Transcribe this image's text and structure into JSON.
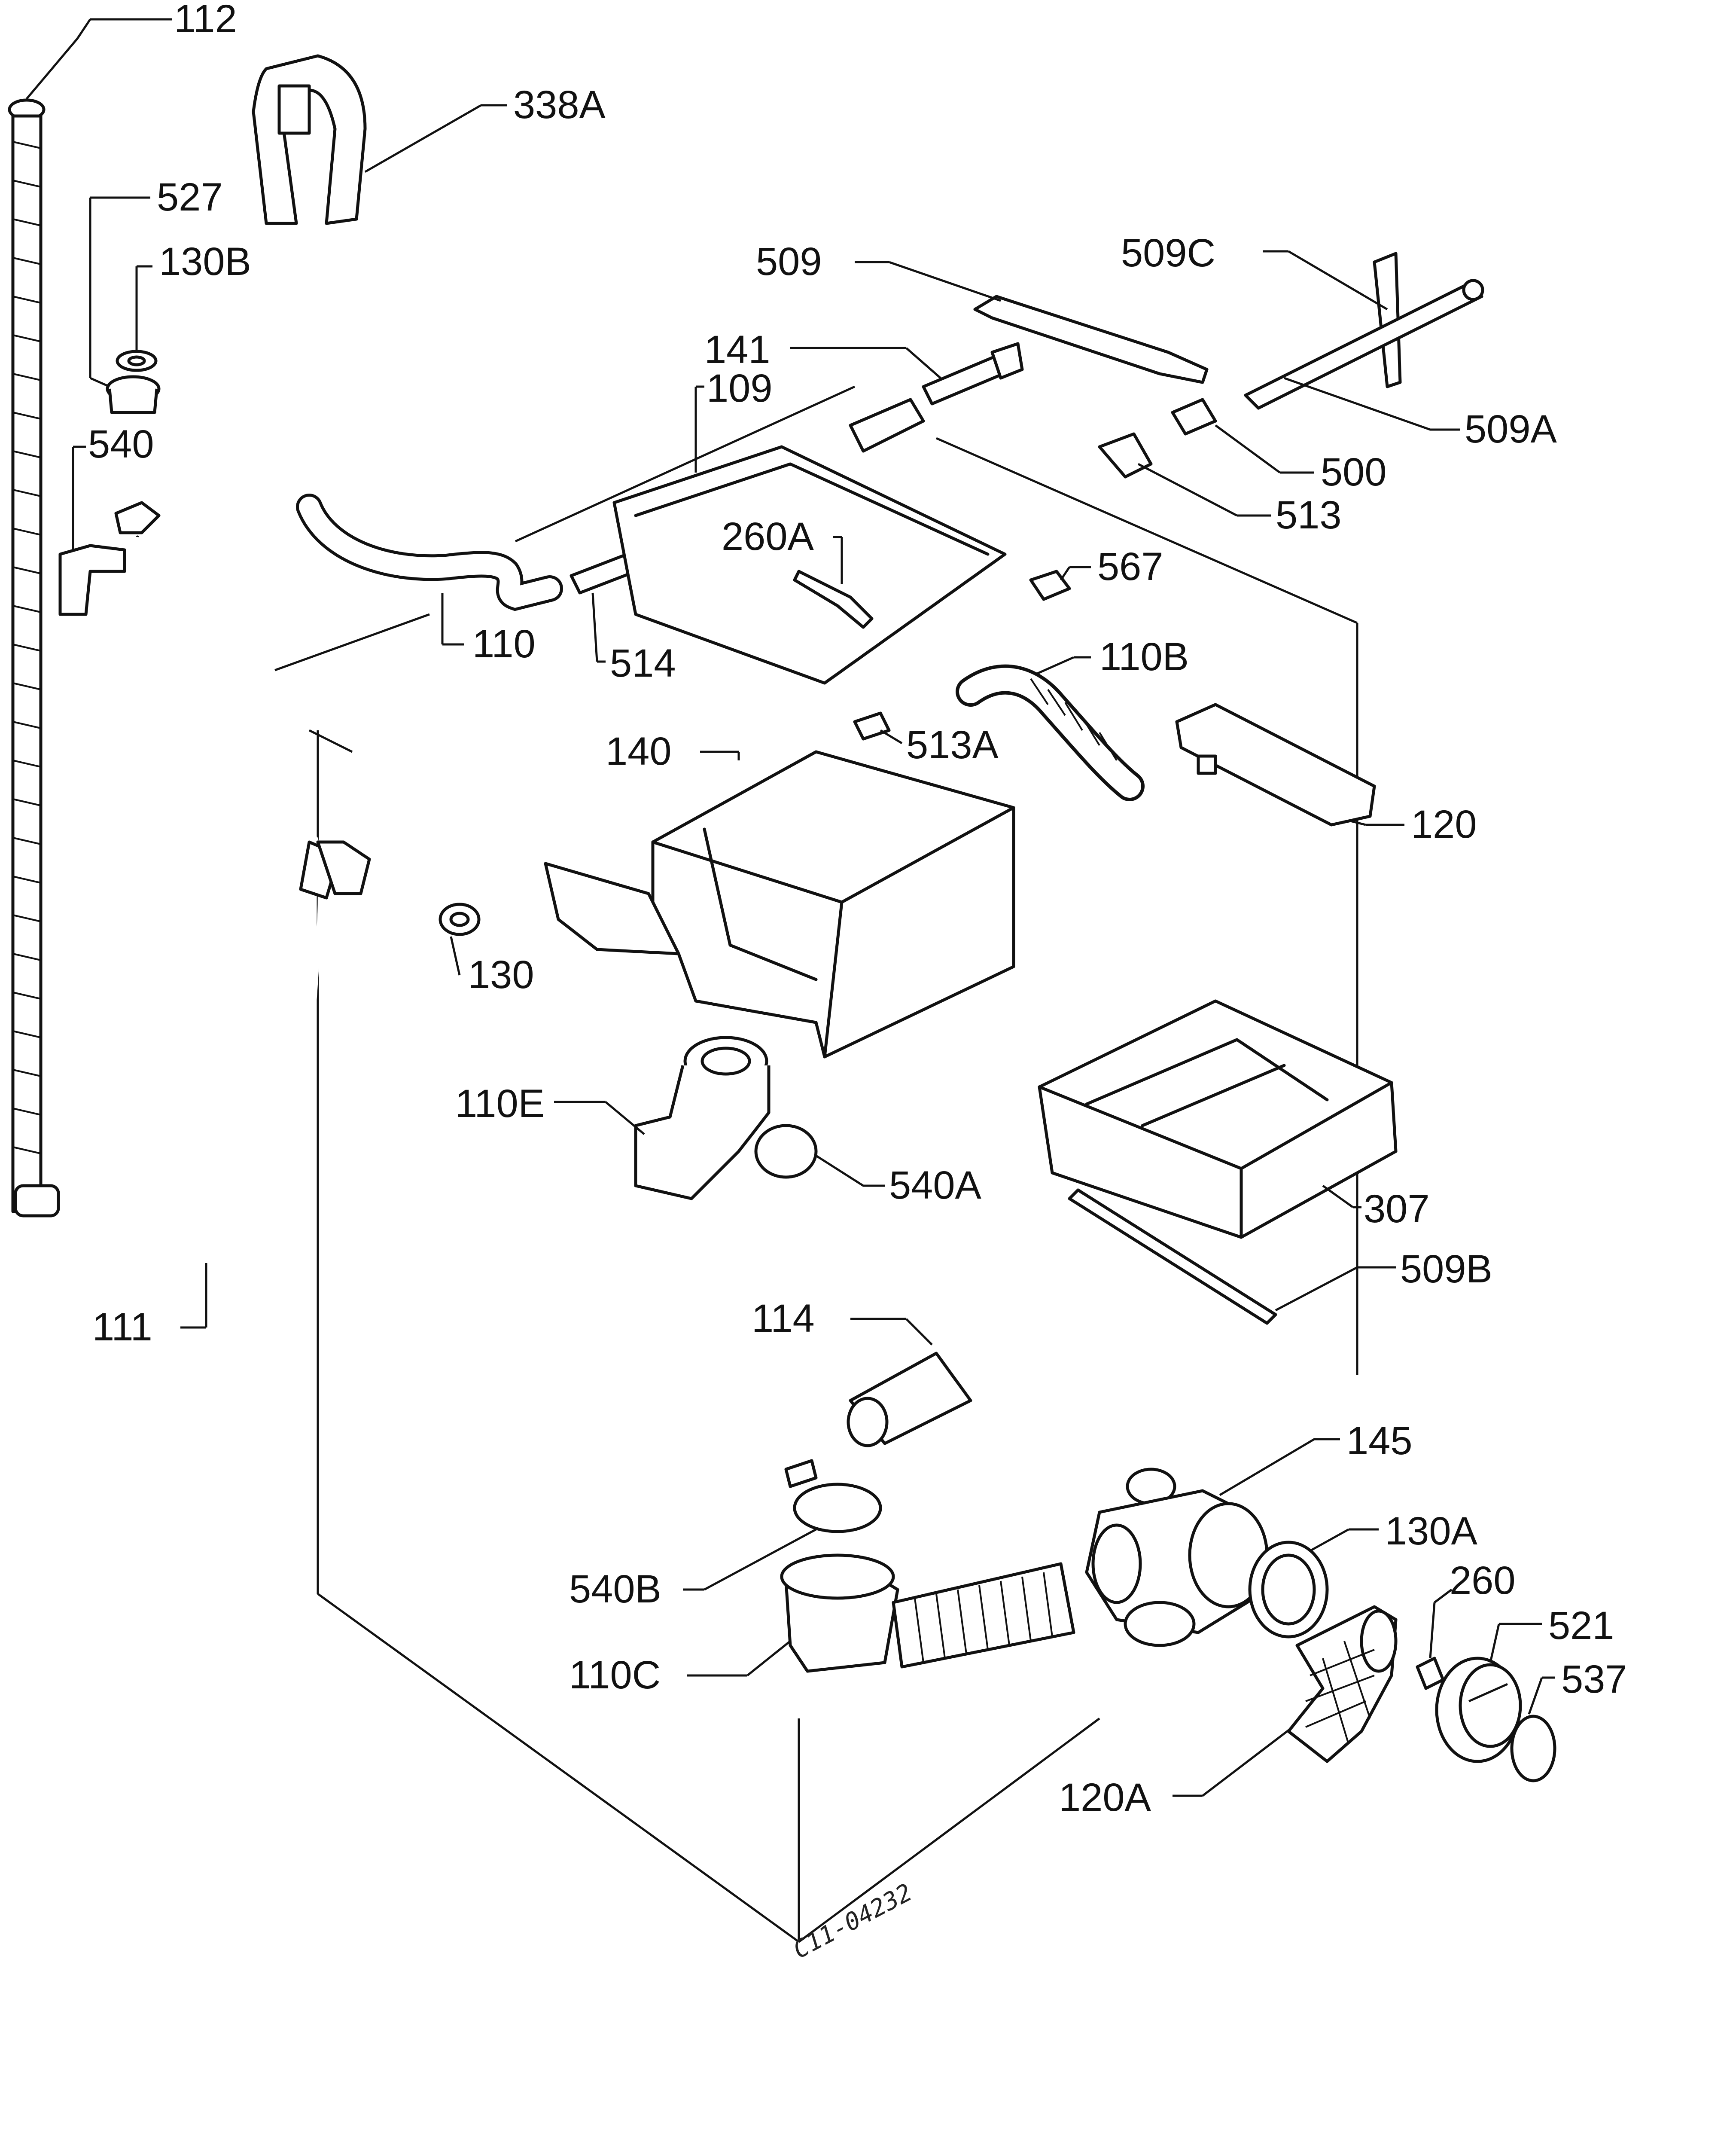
{
  "labels": {
    "p112": "112",
    "p338A": "338A",
    "p527": "527",
    "p130B": "130B",
    "p540": "540",
    "p509": "509",
    "p509C": "509C",
    "p141": "141",
    "p109": "109",
    "p509A": "509A",
    "p500": "500",
    "p513": "513",
    "p260A": "260A",
    "p567": "567",
    "p110": "110",
    "p514": "514",
    "p110B": "110B",
    "p140": "140",
    "p513A": "513A",
    "p120": "120",
    "p130": "130",
    "p110E": "110E",
    "p540A": "540A",
    "p307": "307",
    "p509B": "509B",
    "p111": "111",
    "p114": "114",
    "p145": "145",
    "p130A": "130A",
    "p540B": "540B",
    "p260": "260",
    "p521": "521",
    "p110C": "110C",
    "p537": "537",
    "p120A": "120A"
  },
  "reference": "C11-04232"
}
